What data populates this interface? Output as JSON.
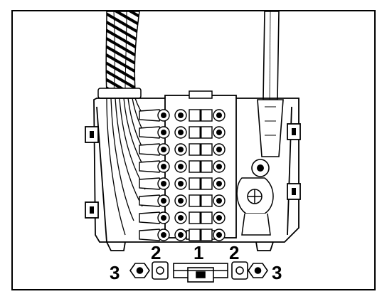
{
  "callouts": {
    "c1": "1",
    "c2_left": "2",
    "c2_right": "2",
    "c3_left": "3",
    "c3_right": "3"
  },
  "colors": {
    "ink": "#000000",
    "paper": "#ffffff"
  }
}
